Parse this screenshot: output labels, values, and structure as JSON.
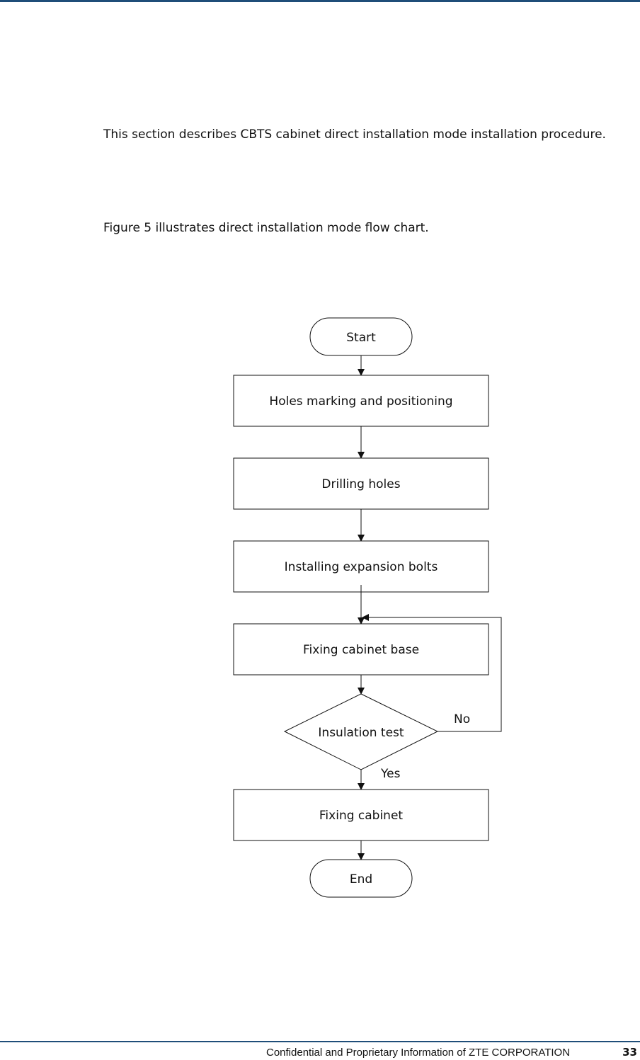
{
  "body": {
    "intro_paragraph": "This section describes CBTS cabinet direct installation mode installation procedure.",
    "figure_reference": "Figure 5 illustrates direct installation mode flow chart."
  },
  "flowchart": {
    "start_label": "Start",
    "step_holes_marking": "Holes marking and positioning",
    "step_drilling": "Drilling holes",
    "step_expansion_bolts": "Installing expansion bolts",
    "step_fixing_base": "Fixing cabinet base",
    "decision_insulation": "Insulation test",
    "branch_no": "No",
    "branch_yes": "Yes",
    "step_fixing_cabinet": "Fixing cabinet",
    "end_label": "End"
  },
  "footer": {
    "confidential_text": "Confidential and Proprietary Information of ZTE CORPORATION",
    "page_number": "33"
  },
  "colors": {
    "rule": "#1f4e79",
    "text": "#111111"
  }
}
